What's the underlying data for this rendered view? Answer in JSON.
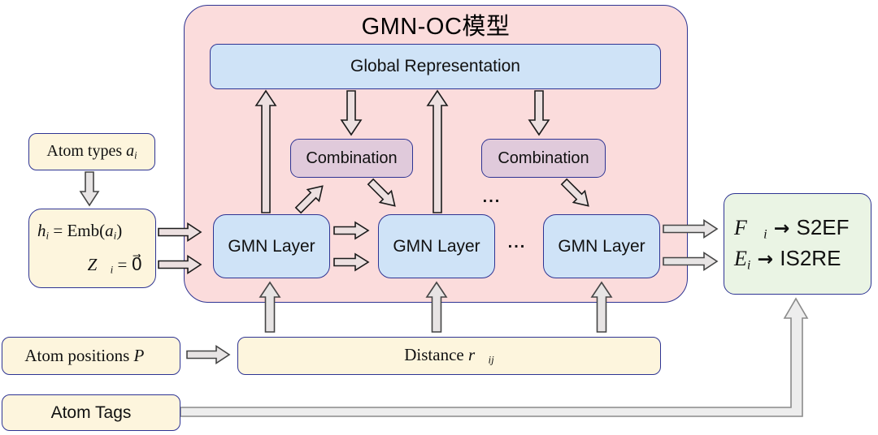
{
  "colors": {
    "container_pink": "#fbdcdc",
    "box_blue": "#cfe3f7",
    "box_purple": "#e0cadb",
    "box_cream": "#fdf5dd",
    "box_green": "#eaf4e4",
    "border_navy": "#2e3493",
    "arrow_pink_fill": "#ece0e0",
    "arrow_gray_fill": "#e7e4e4",
    "connector_gray": "#ededed"
  },
  "model": {
    "title": "GMN-OC模型",
    "global_representation": "Global Representation",
    "combination_1": "Combination",
    "combination_2": "Combination",
    "gmn_layer_1": "GMN Layer",
    "gmn_layer_2": "GMN Layer",
    "gmn_layer_3": "GMN Layer",
    "ellipsis_combinations": "...",
    "ellipsis_layers": "..."
  },
  "inputs": {
    "atom_types": [
      {
        "t": "Atom types ",
        "s": "rm"
      },
      {
        "t": "a",
        "s": "it"
      },
      {
        "t": "i",
        "s": "sub"
      }
    ],
    "embedding_line_1": [
      {
        "t": "h",
        "s": "it"
      },
      {
        "t": "i",
        "s": "sub"
      },
      {
        "t": " = Emb(",
        "s": "rm"
      },
      {
        "t": "a",
        "s": "it"
      },
      {
        "t": "i",
        "s": "sub"
      },
      {
        "t": ")",
        "s": "rm"
      }
    ],
    "embedding_line_2": [
      {
        "t": "Z⃗",
        "s": "it"
      },
      {
        "t": "i",
        "s": "sub"
      },
      {
        "t": " = ",
        "s": "rm"
      },
      {
        "t": "0⃗",
        "s": "rm"
      }
    ],
    "atom_positions": [
      {
        "t": "Atom positions ",
        "s": "rm"
      },
      {
        "t": "P⃗",
        "s": "it"
      }
    ],
    "distance": [
      {
        "t": "Distance ",
        "s": "rm"
      },
      {
        "t": "r⃗",
        "s": "it"
      },
      {
        "t": "ij",
        "s": "sub"
      }
    ],
    "atom_tags": "Atom Tags"
  },
  "outputs": {
    "force_line": [
      {
        "t": "F⃗",
        "s": "it"
      },
      {
        "t": "i",
        "s": "sub"
      },
      {
        "t": " → ",
        "s": "arr"
      },
      {
        "t": "S2EF",
        "s": "sf"
      }
    ],
    "energy_line": [
      {
        "t": "E",
        "s": "it"
      },
      {
        "t": "i",
        "s": "sub"
      },
      {
        "t": " → ",
        "s": "arr"
      },
      {
        "t": "IS2RE",
        "s": "sf"
      }
    ]
  }
}
